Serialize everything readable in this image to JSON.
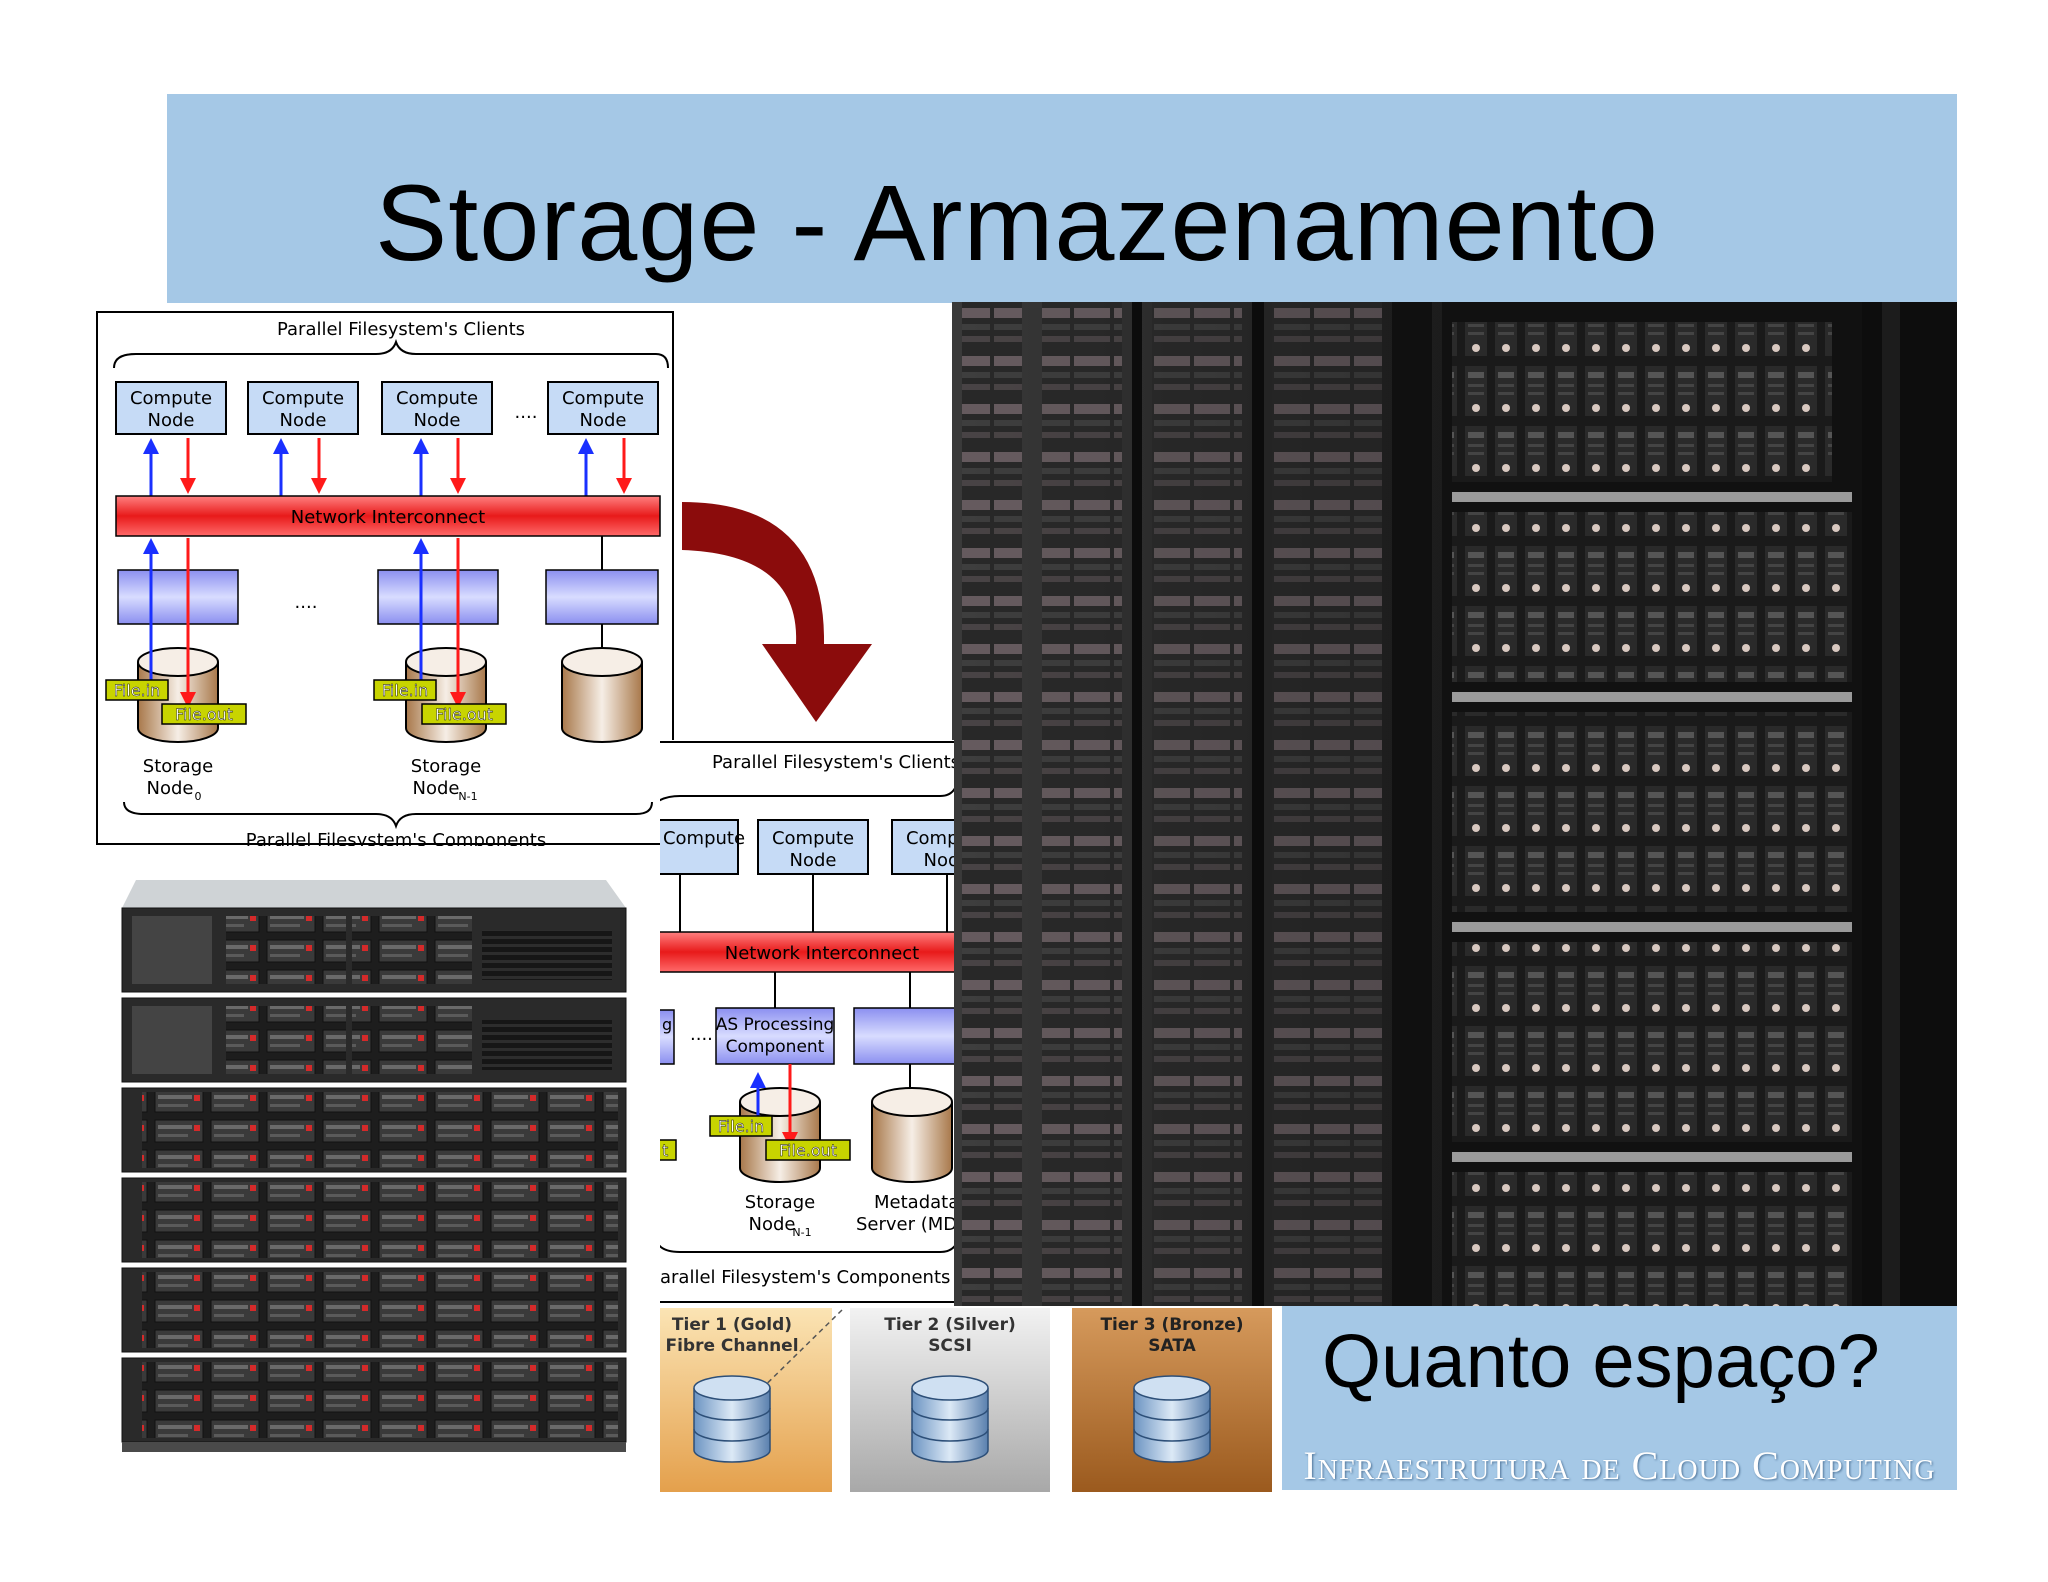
{
  "title": "Storage - Armazenamento",
  "diagram1": {
    "header": "Parallel Filesystem's Clients",
    "compute_label_1": "Compute",
    "compute_label_2": "Node",
    "dots": "....",
    "network": "Network Interconnect",
    "file_in": "File.in",
    "file_out": "File.out",
    "storage_label": "Storage",
    "node_label": "Node",
    "node_sub_0": "0",
    "node_sub_n": "N-1",
    "footer": "Parallel Filesystem's Components"
  },
  "diagram2": {
    "header": "Parallel Filesystem's Clients",
    "compute_label_1": "Compute",
    "compute_label_2": "Node",
    "network": "Network Interconnect",
    "as_label_1": "AS Processing",
    "as_label_2": "Component",
    "file_in": "File.in",
    "file_out": "File.out",
    "storage_label": "Storage",
    "node_label": "Node",
    "node_sub_n": "N-1",
    "metadata_1": "Metadata",
    "metadata_2": "Server (MD",
    "footer": "arallel Filesystem's Components",
    "left_fragment_1": "g",
    "left_fragment_2": "t"
  },
  "tiers": [
    {
      "line1": "Tier 1 (Gold)",
      "line2": "Fibre Channel",
      "color": "#e9b163"
    },
    {
      "line1": "Tier 2 (Silver)",
      "line2": "SCSI",
      "color": "#c4c4c4"
    },
    {
      "line1": "Tier 3 (Bronze)",
      "line2": "SATA",
      "color": "#b9732f"
    }
  ],
  "question": "Quanto espaço?",
  "footer": "Infraestrutura de Cloud Computing",
  "colors": {
    "title_band": "#a5c8e6",
    "network_bar": "#e82020",
    "node_box": "#c4d8f4",
    "arrow": "#8b0c0c"
  },
  "icons": [
    "curved-arrow-icon",
    "database-icon",
    "server-rack-image",
    "datacenter-photo"
  ]
}
